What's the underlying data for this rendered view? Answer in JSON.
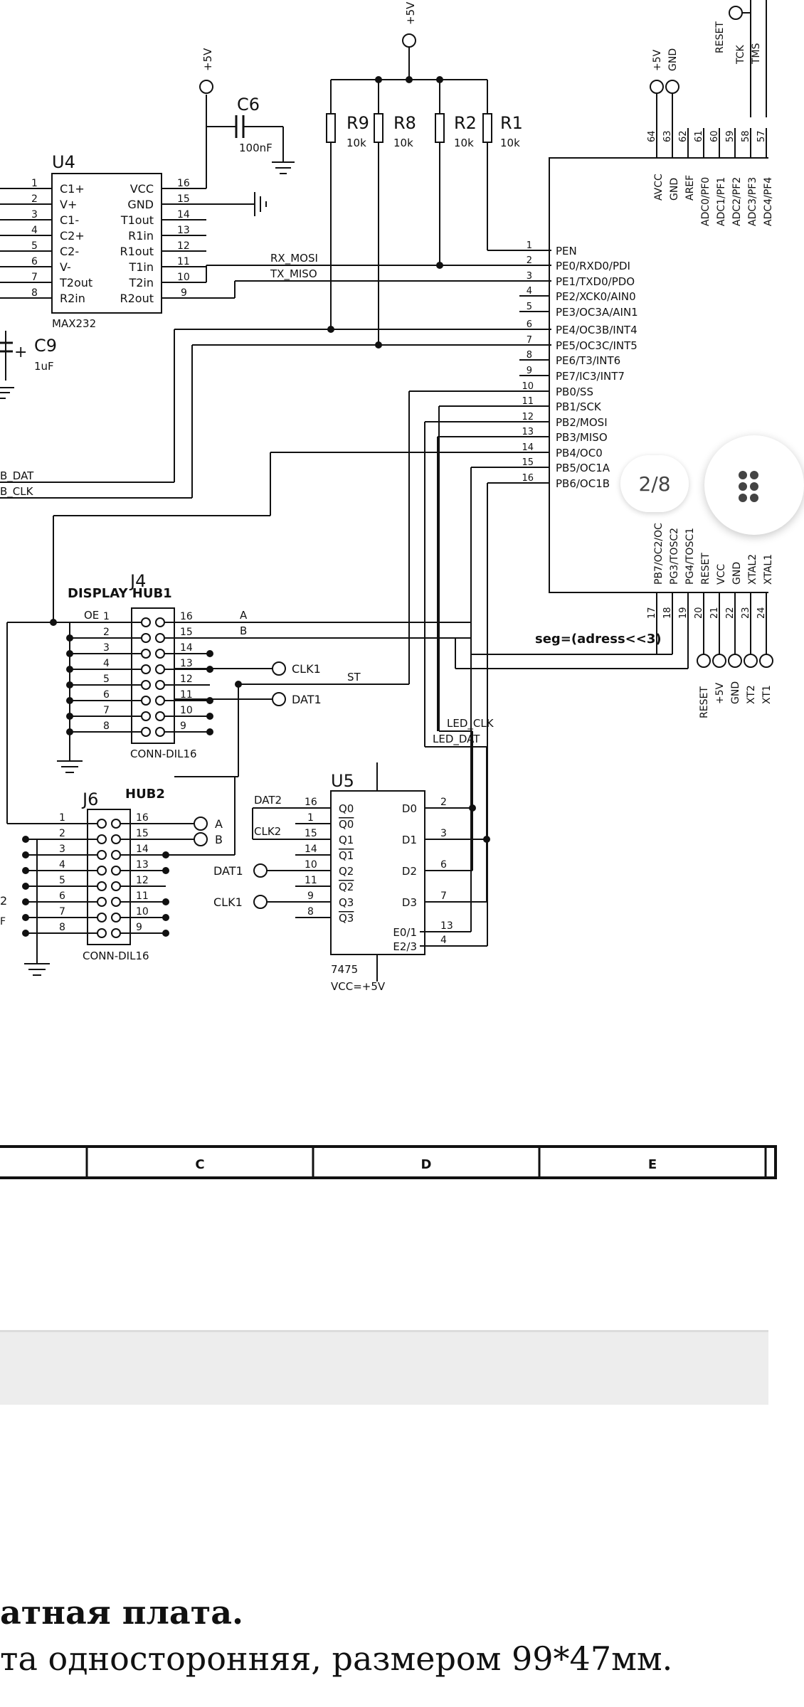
{
  "document": {
    "page_indicator": "2/8",
    "heading": "атная плата.",
    "body": "та односторонняя, размером 99*47мм."
  },
  "schematic": {
    "u4": {
      "ref": "U4",
      "part": "MAX232",
      "left_pins": [
        {
          "num": "1",
          "name": "C1+"
        },
        {
          "num": "2",
          "name": "V+"
        },
        {
          "num": "3",
          "name": "C1-"
        },
        {
          "num": "4",
          "name": "C2+"
        },
        {
          "num": "5",
          "name": "C2-"
        },
        {
          "num": "6",
          "name": "V-"
        },
        {
          "num": "7",
          "name": "T2out"
        },
        {
          "num": "8",
          "name": "R2in"
        }
      ],
      "right_pins": [
        {
          "num": "16",
          "name": "VCC"
        },
        {
          "num": "15",
          "name": "GND"
        },
        {
          "num": "14",
          "name": "T1out"
        },
        {
          "num": "13",
          "name": "R1in"
        },
        {
          "num": "12",
          "name": "R1out"
        },
        {
          "num": "11",
          "name": "T1in"
        },
        {
          "num": "10",
          "name": "T2in"
        },
        {
          "num": "9",
          "name": "R2out"
        }
      ]
    },
    "c6": {
      "ref": "C6",
      "value": "100nF"
    },
    "c9": {
      "ref": "C9",
      "value": "1uF",
      "polarity": "+"
    },
    "power_top": "+5V",
    "power_u4": "+5V",
    "resistors": [
      {
        "ref": "R9",
        "value": "10k"
      },
      {
        "ref": "R8",
        "value": "10k"
      },
      {
        "ref": "R2",
        "value": "10k"
      },
      {
        "ref": "R1",
        "value": "10k"
      }
    ],
    "nets": {
      "rx_mosi": "RX_MOSI",
      "tx_miso": "TX_MISO",
      "kb_dat": "B_DAT",
      "kb_clk": "B_CLK",
      "led_clk": "LED_CLK",
      "led_dat": "LED_DAT",
      "st": "ST",
      "a": "A",
      "b": "B",
      "oe": "OE",
      "dat2": "DAT2",
      "clk2": "CLK2",
      "seg": "seg=(adress<<3)"
    },
    "mcu": {
      "top_pins": [
        {
          "num": "64",
          "name": "AVCC"
        },
        {
          "num": "63",
          "name": "GND"
        },
        {
          "num": "62",
          "name": "AREF"
        },
        {
          "num": "61",
          "name": "ADC0/PF0"
        },
        {
          "num": "60",
          "name": "ADC1/PF1"
        },
        {
          "num": "59",
          "name": "ADC2/PF2"
        },
        {
          "num": "58",
          "name": "ADC3/PF3"
        },
        {
          "num": "57",
          "name": "ADC4/PF4"
        }
      ],
      "top_header": [
        "+5V",
        "GND",
        "RESET",
        "TCK",
        "TMS"
      ],
      "left_pins": [
        {
          "num": "1",
          "name": "PEN"
        },
        {
          "num": "2",
          "name": "PE0/RXD0/PDI"
        },
        {
          "num": "3",
          "name": "PE1/TXD0/PDO"
        },
        {
          "num": "4",
          "name": "PE2/XCK0/AIN0"
        },
        {
          "num": "5",
          "name": "PE3/OC3A/AIN1"
        },
        {
          "num": "6",
          "name": "PE4/OC3B/INT4"
        },
        {
          "num": "7",
          "name": "PE5/OC3C/INT5"
        },
        {
          "num": "8",
          "name": "PE6/T3/INT6"
        },
        {
          "num": "9",
          "name": "PE7/IC3/INT7"
        },
        {
          "num": "10",
          "name": "PB0/SS"
        },
        {
          "num": "11",
          "name": "PB1/SCK"
        },
        {
          "num": "12",
          "name": "PB2/MOSI"
        },
        {
          "num": "13",
          "name": "PB3/MISO"
        },
        {
          "num": "14",
          "name": "PB4/OC0"
        },
        {
          "num": "15",
          "name": "PB5/OC1A"
        },
        {
          "num": "16",
          "name": "PB6/OC1B"
        }
      ],
      "bottom_pins": [
        {
          "num": "17",
          "name": "PB7/OC2/OC"
        },
        {
          "num": "18",
          "name": "PG3/TOSC2"
        },
        {
          "num": "19",
          "name": "PG4/TOSC1"
        },
        {
          "num": "20",
          "name": "RESET"
        },
        {
          "num": "21",
          "name": "VCC"
        },
        {
          "num": "22",
          "name": "GND"
        },
        {
          "num": "23",
          "name": "XTAL2"
        },
        {
          "num": "24",
          "name": "XTAL1"
        }
      ],
      "bottom_header": [
        "RESET",
        "+5V",
        "GND",
        "XT2",
        "XT1"
      ]
    },
    "j4": {
      "ref": "J4",
      "title": "DISPLAY  HUB1",
      "part": "CONN-DIL16",
      "left_nums": [
        "1",
        "2",
        "3",
        "4",
        "5",
        "6",
        "7",
        "8"
      ],
      "right_nums": [
        "16",
        "15",
        "14",
        "13",
        "12",
        "11",
        "10",
        "9"
      ],
      "clk_label": "CLK1",
      "dat_label": "DAT1"
    },
    "j6": {
      "ref": "J6",
      "title": "HUB2",
      "part": "CONN-DIL16",
      "left_nums": [
        "1",
        "2",
        "3",
        "4",
        "5",
        "6",
        "7",
        "8"
      ],
      "right_nums": [
        "16",
        "15",
        "14",
        "13",
        "12",
        "11",
        "10",
        "9"
      ],
      "a_label": "A",
      "b_label": "B"
    },
    "u5": {
      "ref": "U5",
      "part": "7475",
      "supply": "VCC=+5V",
      "left_pins": [
        {
          "num": "16",
          "name": "Q0"
        },
        {
          "num": "1",
          "name": "Q0"
        },
        {
          "num": "15",
          "name": "Q1"
        },
        {
          "num": "14",
          "name": "Q1"
        },
        {
          "num": "10",
          "name": "Q2"
        },
        {
          "num": "11",
          "name": "Q2"
        },
        {
          "num": "9",
          "name": "Q3"
        },
        {
          "num": "8",
          "name": "Q3"
        }
      ],
      "right_pins": [
        {
          "num": "2",
          "name": "D0"
        },
        {
          "num": "3",
          "name": "D1"
        },
        {
          "num": "6",
          "name": "D2"
        },
        {
          "num": "7",
          "name": "D3"
        },
        {
          "num": "13",
          "name": "E0/1"
        },
        {
          "num": "4",
          "name": "E2/3"
        }
      ],
      "dat_label": "DAT1",
      "clk_label": "CLK1"
    },
    "frame_columns": [
      "C",
      "D",
      "E"
    ],
    "partial_labels": [
      "2",
      "F"
    ]
  }
}
